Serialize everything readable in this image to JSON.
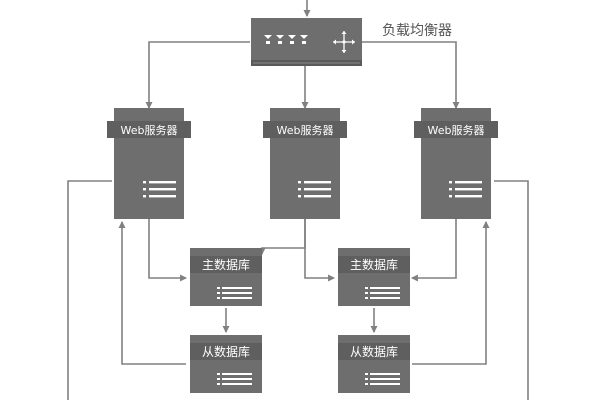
{
  "colors": {
    "node_fill": "#6e6e6e",
    "node_dark": "#5f5f5f",
    "stripe": "#ffffff",
    "arrow": "#808080",
    "label_text": "#555555"
  },
  "load_balancer": {
    "label": "负载均衡器"
  },
  "web_servers": [
    {
      "label": "Web服务器"
    },
    {
      "label": "Web服务器"
    },
    {
      "label": "Web服务器"
    }
  ],
  "primary_dbs": [
    {
      "label": "主数据库"
    },
    {
      "label": "主数据库"
    }
  ],
  "replica_dbs": [
    {
      "label": "从数据库"
    },
    {
      "label": "从数据库"
    }
  ]
}
